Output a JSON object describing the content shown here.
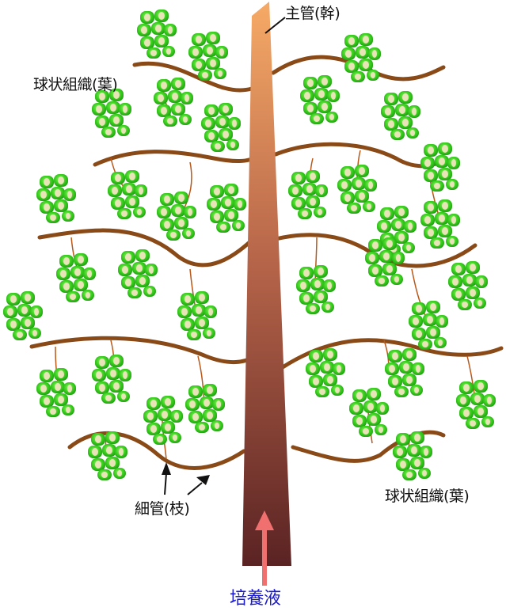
{
  "diagram": {
    "title": "",
    "labels": {
      "trunk": "主管(幹)",
      "leaf_top_left": "球状組織(葉)",
      "leaf_bottom_right": "球状組織(葉)",
      "branch": "細管(枝)",
      "medium": "培養液"
    },
    "colors": {
      "trunk_top": "#f4a462",
      "trunk_bottom": "#5a2323",
      "branch": "#8a4a17",
      "leaf_green": "#33cc1f",
      "leaf_light": "#7cf25a",
      "leaf_core": "#e8e4b8",
      "medium_arrow": "#f07070",
      "medium_text": "#1a1ad6",
      "label_text": "#111111"
    },
    "clusters": [
      [
        197,
        42
      ],
      [
        262,
        70
      ],
      [
        455,
        72
      ],
      [
        140,
        142
      ],
      [
        218,
        128
      ],
      [
        403,
        125
      ],
      [
        505,
        145
      ],
      [
        278,
        160
      ],
      [
        555,
        210
      ],
      [
        70,
        250
      ],
      [
        160,
        245
      ],
      [
        222,
        272
      ],
      [
        285,
        262
      ],
      [
        388,
        245
      ],
      [
        450,
        238
      ],
      [
        500,
        290
      ],
      [
        555,
        282
      ],
      [
        95,
        350
      ],
      [
        173,
        345
      ],
      [
        485,
        330
      ],
      [
        590,
        360
      ],
      [
        28,
        398
      ],
      [
        248,
        398
      ],
      [
        398,
        365
      ],
      [
        540,
        410
      ],
      [
        70,
        495
      ],
      [
        140,
        478
      ],
      [
        205,
        530
      ],
      [
        258,
        515
      ],
      [
        410,
        470
      ],
      [
        465,
        520
      ],
      [
        510,
        470
      ],
      [
        600,
        510
      ],
      [
        135,
        575
      ],
      [
        520,
        575
      ]
    ]
  }
}
